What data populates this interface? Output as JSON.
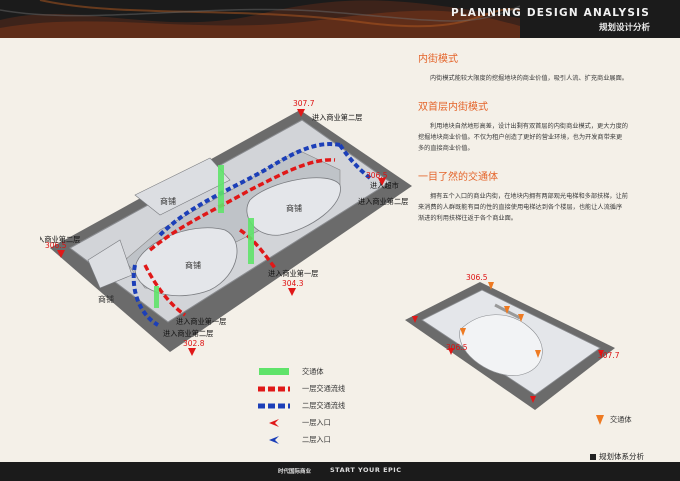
{
  "header": {
    "title": "PLANNING DESIGN   ANALYSIS",
    "subtitle": "规划设计分析"
  },
  "sections": [
    {
      "title": "内街模式",
      "body": "内街模式能较大限度的挖掘地块的商业价值，吸引人流、扩充商业展面。"
    },
    {
      "title": "双首层内街模式",
      "body": "利用地块自然地形高差，设计出剩有双首层的内街商业模式，更大力度的挖掘地块商业价值。不仅为租户创造了更好的营业环境，也为开发商带来更多的直接商业价值。"
    },
    {
      "title": "一目了然的交通体",
      "body": "拥有五个入口的商业内街，在地块内拥有两部观光电梯和多部扶梯，让前来消费的人群既能有目的性的直接使用电梯达到各个楼层，也能让人流循序渐进的利用扶梯往返于各个商业面。"
    }
  ],
  "map": {
    "shops": [
      "商铺",
      "商铺",
      "商铺",
      "商铺"
    ],
    "entrances": [
      {
        "label": "进入商业第二层",
        "elev": "307.7"
      },
      {
        "label": "进入超市",
        "elev": "306.5"
      },
      {
        "label": "进入商业第二层",
        "elev": ""
      },
      {
        "label": "进入商业第二层",
        "elev": "306.5"
      },
      {
        "label": "进入商业第一层",
        "elev": "304.3"
      },
      {
        "label": "进入商业第一层",
        "elev": ""
      },
      {
        "label": "进入商业第二层",
        "elev": "302.8"
      }
    ]
  },
  "small_map": {
    "elevations": [
      "306.5",
      "306.5",
      "307.7"
    ],
    "legend_label": "交通体"
  },
  "legend": [
    {
      "label": "交通体",
      "key": "green-bar"
    },
    {
      "label": "一层交通流线",
      "key": "red-dash"
    },
    {
      "label": "二层交通流线",
      "key": "blue-dash"
    },
    {
      "label": "一层入口",
      "key": "red-arrow"
    },
    {
      "label": "二层入口",
      "key": "blue-arrow"
    }
  ],
  "colors": {
    "accent": "#e4642a",
    "floor1": "#e01818",
    "floor2": "#1c3fb8",
    "transit": "#5fe36a"
  },
  "footer": {
    "brand": "时代国际商业",
    "slogan": "START YOUR EPIC",
    "section": "规划体系分析"
  }
}
